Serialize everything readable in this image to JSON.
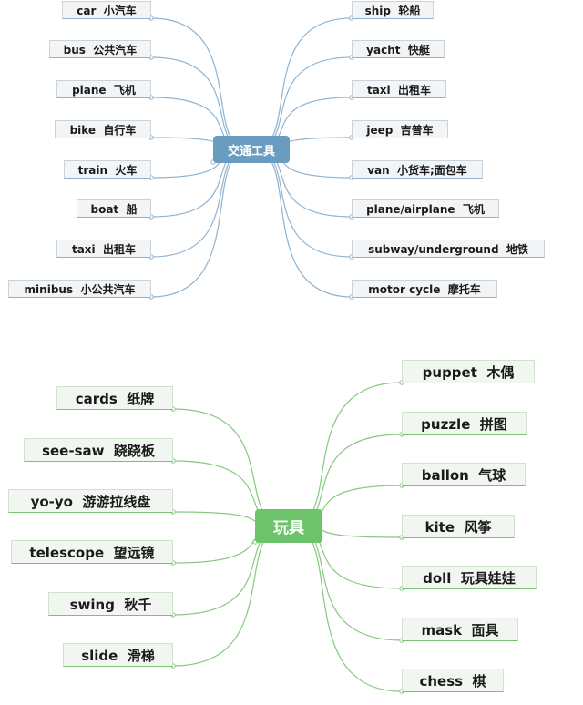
{
  "transport": {
    "center": "交通工具",
    "left": [
      "car  小汽车",
      "bus  公共汽车",
      "plane  飞机",
      "bike  自行车",
      "train  火车",
      "boat  船",
      "taxi  出租车",
      "minibus  小公共汽车"
    ],
    "right": [
      "ship  轮船",
      "yacht  快艇",
      "taxi  出租车",
      "jeep  吉普车",
      "van  小货车;面包车",
      "plane/airplane  飞机",
      "subway/underground  地铁",
      "motor cycle  摩托车"
    ]
  },
  "toys": {
    "center": "玩具",
    "left": [
      "cards  纸牌",
      "see-saw  跷跷板",
      "yo-yo  游游拉线盘",
      "telescope  望远镜",
      "swing  秋千",
      "slide  滑梯"
    ],
    "right": [
      "puppet  木偶",
      "puzzle  拼图",
      "ballon  气球",
      "kite  风筝",
      "doll  玩具娃娃",
      "mask  面具",
      "chess  棋"
    ]
  },
  "colors": {
    "transport_line": "#8fb3d1",
    "toys_line": "#86c97f"
  }
}
